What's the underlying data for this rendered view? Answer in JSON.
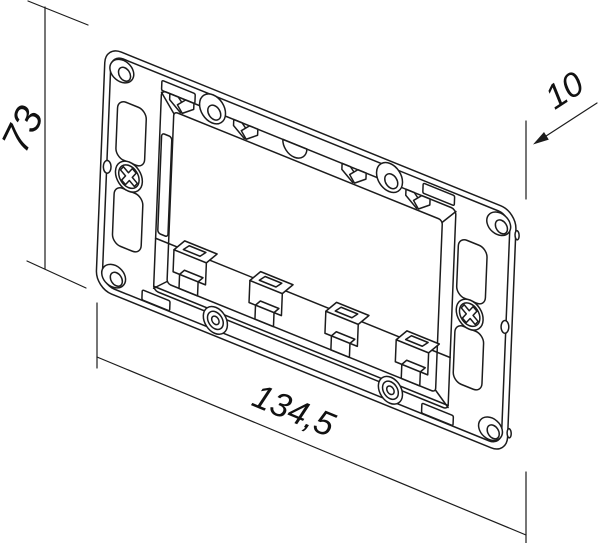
{
  "page": {
    "background": "#ffffff"
  },
  "drawing": {
    "type": "dimensioned technical drawing",
    "subject": "flush-mount 4-module installation frame, oblique perspective view",
    "line_color": "#1c1c1c",
    "text_color": "#111111",
    "dimensions": {
      "height": "73",
      "width": "134,5",
      "depth": "10"
    }
  }
}
